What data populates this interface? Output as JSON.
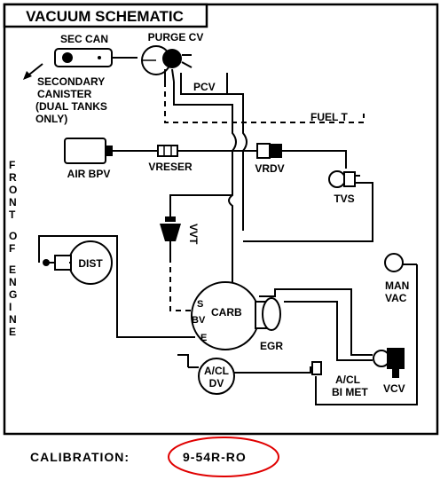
{
  "title": "VACUUM SCHEMATIC",
  "side_label": "FRONT OF ENGINE",
  "components": {
    "sec_can": "SEC CAN",
    "purge_cv": "PURGE CV",
    "pcv": "PCV",
    "fuel_t": "FUEL T",
    "secondary_canister_note": [
      "SECONDARY",
      "CANISTER",
      "(DUAL TANKS",
      "ONLY)"
    ],
    "air_bpv": "AIR BPV",
    "vreser": "VRESER",
    "vrdv": "VRDV",
    "tvs": "TVS",
    "vvt": "VVT",
    "dist": "DIST",
    "man_vac": [
      "MAN",
      "VAC"
    ],
    "carb": "CARB",
    "port_s": "S",
    "port_bv": "BV",
    "port_e": "E",
    "egr": "EGR",
    "a_cl_dv": [
      "A/CL",
      "DV"
    ],
    "a_cl_bimet": [
      "A/CL",
      "BI MET"
    ],
    "vcv": "VCV"
  },
  "calibration": {
    "label": "CALIBRATION:",
    "value": "9-54R-RO",
    "highlight_color": "#e00000"
  }
}
